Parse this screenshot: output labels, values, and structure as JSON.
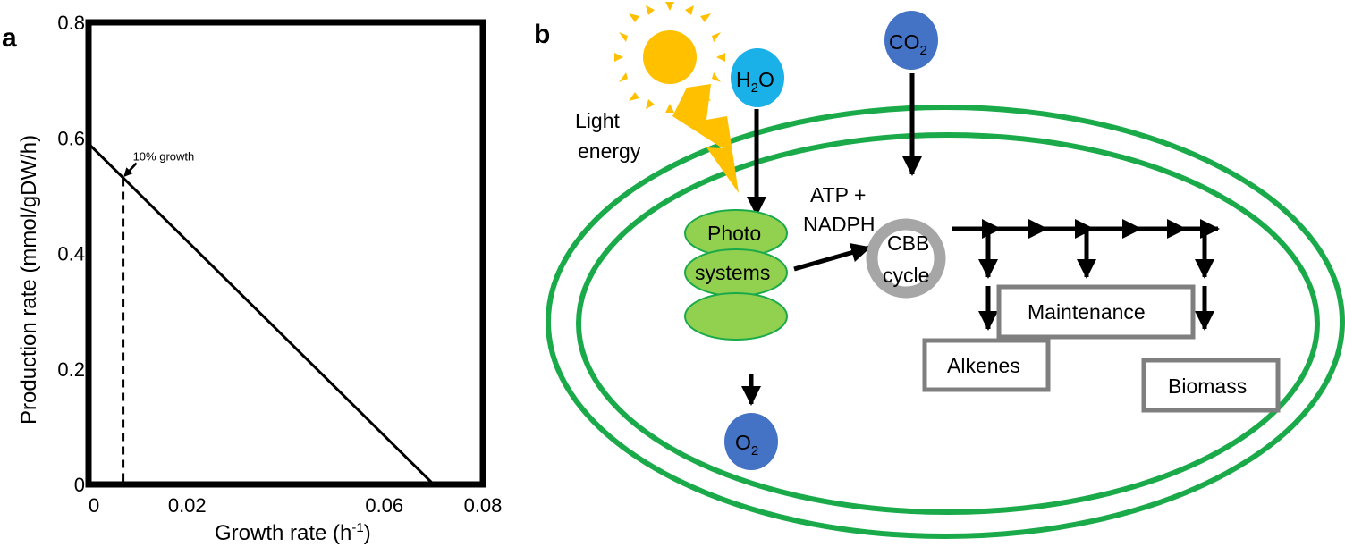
{
  "chart_data": {
    "type": "line",
    "panel_label": "a",
    "xlabel": "Growth rate (h",
    "xlabel_sup": "-1",
    "xlabel_end": ")",
    "ylabel": "Production rate (mmol/gDW/h)",
    "xlim": [
      0,
      0.08
    ],
    "ylim": [
      0,
      0.8
    ],
    "xticks": [
      {
        "value": 0,
        "label": "0"
      },
      {
        "value": 0.02,
        "label": "0.02"
      },
      {
        "value": 0.06,
        "label": "0.06"
      },
      {
        "value": 0.08,
        "label": "0.08"
      }
    ],
    "yticks": [
      {
        "value": 0,
        "label": "0"
      },
      {
        "value": 0.2,
        "label": "0.2"
      },
      {
        "value": 0.4,
        "label": "0.4"
      },
      {
        "value": 0.6,
        "label": "0.6"
      },
      {
        "value": 0.8,
        "label": "0.8"
      }
    ],
    "x": [
      0,
      0.007,
      0.07
    ],
    "y": [
      0.59,
      0.53,
      0
    ],
    "marker": {
      "x": 0.007,
      "y": 0.53,
      "label": "10% growth"
    }
  },
  "diagram": {
    "panel_label": "b",
    "light_label_line1": "Light",
    "light_label_line2": "energy",
    "h2o": "H",
    "h2o_sub": "2",
    "h2o_end": "O",
    "co2": "CO",
    "co2_sub": "2",
    "o2": "O",
    "o2_sub": "2",
    "atp_line1": "ATP +",
    "atp_line2": "NADPH",
    "photo_line1": "Photo",
    "photo_line2": "systems",
    "cbb_line1": "CBB",
    "cbb_line2": "cycle",
    "maintenance": "Maintenance",
    "alkenes": "Alkenes",
    "biomass": "Biomass",
    "colors": {
      "membrane": "#1aaa4a",
      "photosystem_fill": "#92d050",
      "photosystem_stroke": "#1aaa4a",
      "h2o_fill": "#1ab0e8",
      "co2_fill": "#4472c4",
      "sun": "#ffc000",
      "cbb_ring": "#a6a6a6",
      "box_stroke": "#7f7f7f"
    }
  }
}
